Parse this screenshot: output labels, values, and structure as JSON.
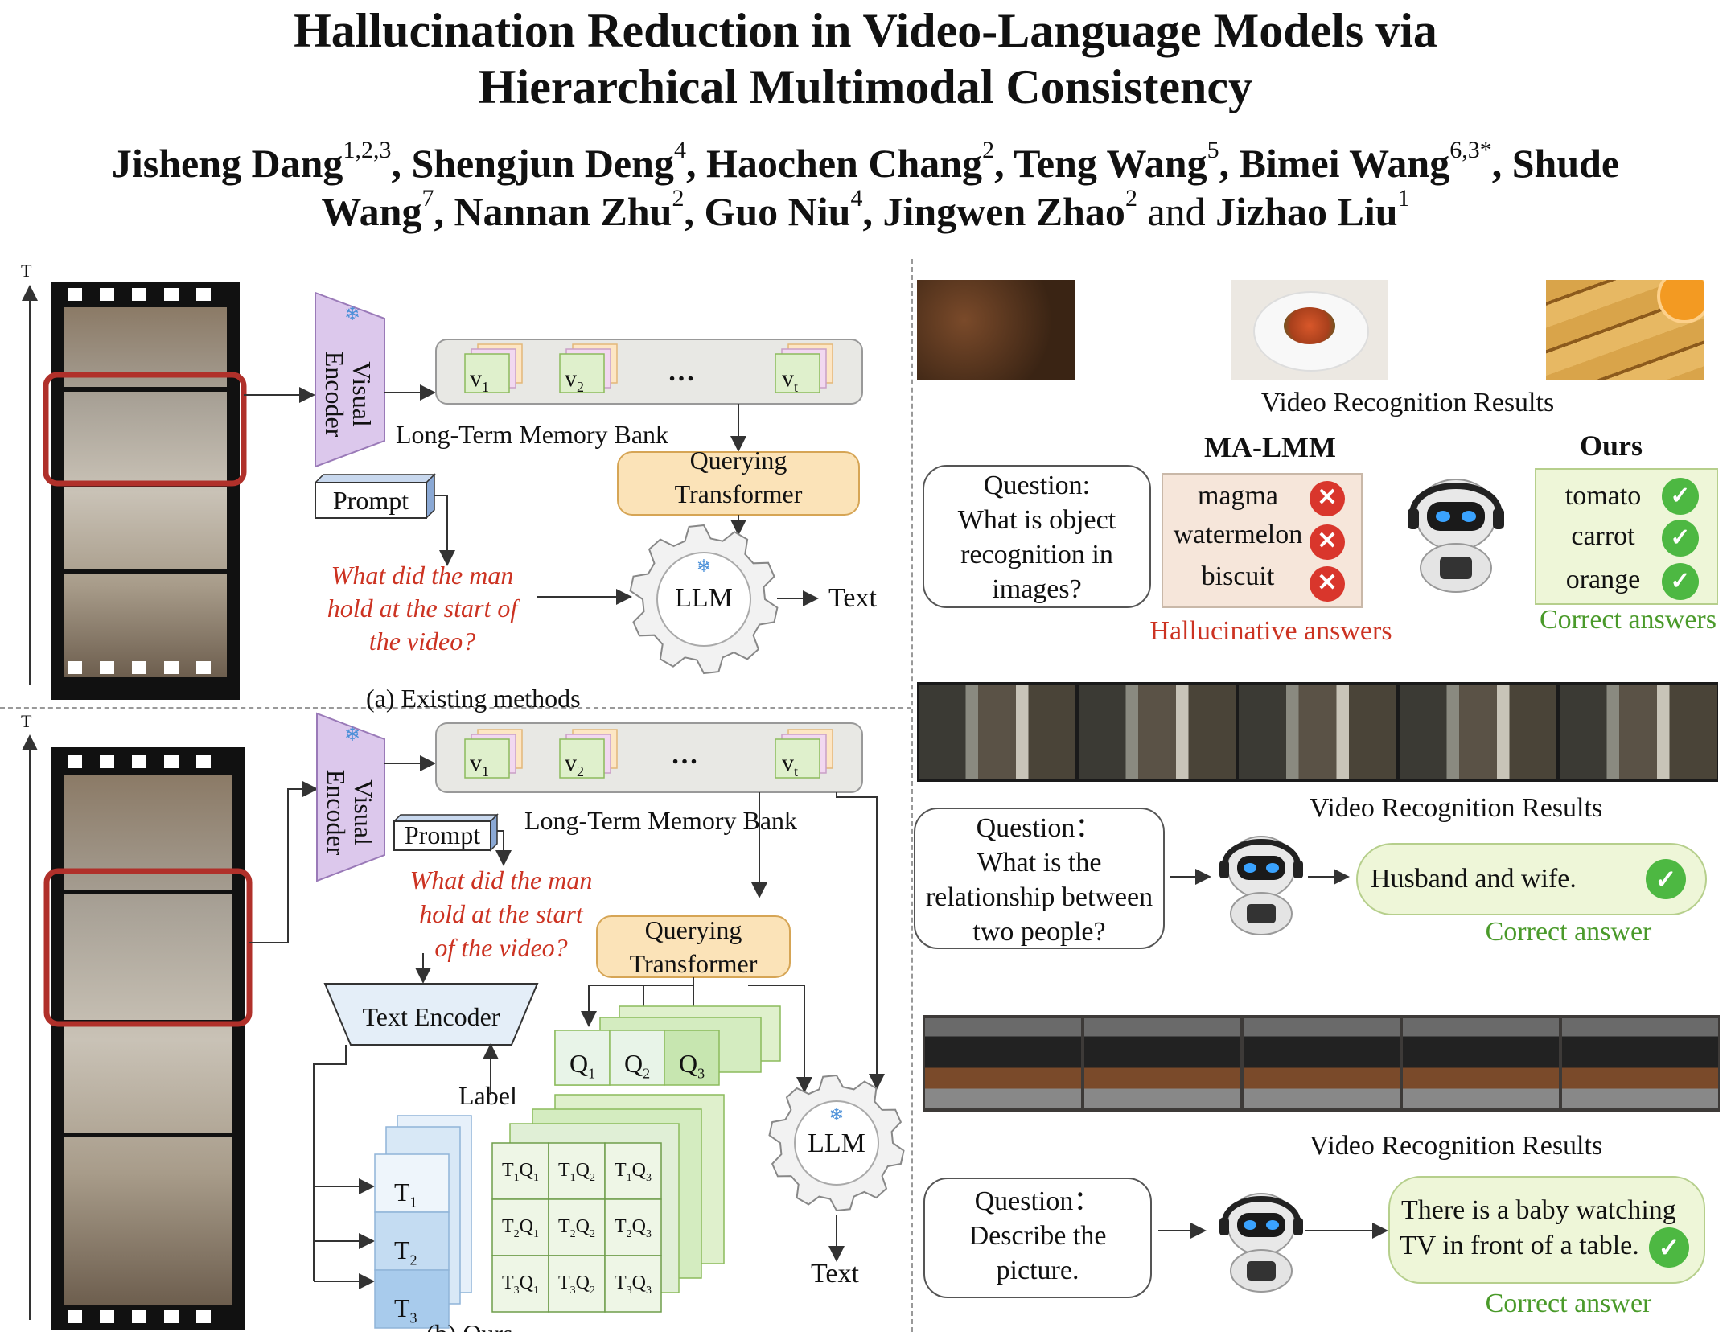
{
  "title": {
    "line1": "Hallucination Reduction in Video-Language Models via",
    "line2": "Hierarchical Multimodal Consistency"
  },
  "authors": [
    {
      "name": "Jisheng Dang",
      "sup": "1,2,3"
    },
    {
      "name": "Shengjun Deng",
      "sup": "4"
    },
    {
      "name": "Haochen Chang",
      "sup": "2"
    },
    {
      "name": "Teng Wang",
      "sup": "5"
    },
    {
      "name": "Bimei Wang",
      "sup": "6,3*"
    },
    {
      "name": "Shude Wang",
      "sup": "7"
    },
    {
      "name": "Nannan Zhu",
      "sup": "2"
    },
    {
      "name": "Guo Niu",
      "sup": "4"
    },
    {
      "name": "Jingwen Zhao",
      "sup": "2"
    },
    {
      "name": "Jizhao Liu",
      "sup": "1"
    }
  ],
  "authors_text": {
    "a1": "Jisheng Dang",
    "a1s": "1,2,3",
    "a2": "Shengjun Deng",
    "a2s": "4",
    "a3": "Haochen Chang",
    "a3s": "2",
    "a4": "Teng Wang",
    "a4s": "5",
    "a5": "Bimei Wang",
    "a5s": "6,3*",
    "a6a": "Shude",
    "a6b": "Wang",
    "a6s": "7",
    "a7": "Nannan Zhu",
    "a7s": "2",
    "a8": "Guo Niu",
    "a8s": "4",
    "a9": "Jingwen Zhao",
    "a9s": "2",
    "and": "and",
    "a10": "Jizhao Liu",
    "a10s": "1"
  },
  "figure_a": {
    "time_axis": "T",
    "visual_encoder": "Visual Encoder",
    "memory_tokens": [
      "v1",
      "v2",
      "…",
      "vt"
    ],
    "memory_bank": "Long-Term Memory Bank",
    "querying_transformer_1": "Querying",
    "querying_transformer_2": "Transformer",
    "prompt": "Prompt",
    "question_lines": [
      "What did the man",
      "hold at the start of",
      "the video?"
    ],
    "llm": "LLM",
    "output": "Text",
    "caption": "(a) Existing methods"
  },
  "figure_b": {
    "time_axis": "T",
    "visual_encoder": "Visual Encoder",
    "memory_tokens": [
      "v1",
      "v2",
      "…",
      "vt"
    ],
    "memory_bank": "Long-Term Memory Bank",
    "prompt": "Prompt",
    "question_lines": [
      "What did the man",
      "hold at the start",
      "of the video?"
    ],
    "querying_transformer_1": "Querying",
    "querying_transformer_2": "Transformer",
    "text_encoder": "Text Encoder",
    "label": "Label",
    "queries": [
      "Q1",
      "Q2",
      "Q3"
    ],
    "text_tokens": [
      "T1",
      "T2",
      "T3"
    ],
    "matrix": [
      [
        "T1Q1",
        "T1Q2",
        "T1Q3"
      ],
      [
        "T2Q1",
        "T2Q2",
        "T2Q3"
      ],
      [
        "T3Q1",
        "T3Q2",
        "T3Q3"
      ]
    ],
    "llm": "LLM",
    "output": "Text",
    "caption": "(b) Ours"
  },
  "panel1": {
    "heading": "Video Recognition Results",
    "question": [
      "Question:",
      "What is object",
      "recognition in",
      "images?"
    ],
    "baseline_name": "MA-LMM",
    "baseline_answers": [
      "magma",
      "watermelon",
      "biscuit"
    ],
    "baseline_caption": "Hallucinative answers",
    "ours_name": "Ours",
    "ours_answers": [
      "tomato",
      "carrot",
      "orange"
    ],
    "ours_caption": "Correct answers"
  },
  "panel2": {
    "heading": "Video Recognition Results",
    "question": [
      "Question：",
      "What is the",
      "relationship between",
      "two people?"
    ],
    "answer": "Husband and wife.",
    "caption": "Correct answer"
  },
  "panel3": {
    "heading": "Video Recognition Results",
    "question": [
      "Question：",
      "Describe the",
      "picture."
    ],
    "answer": [
      "There is a baby watching",
      "TV in front of a table."
    ],
    "caption": "Correct answer"
  },
  "colors": {
    "red_accent": "#cc3322",
    "green_accent": "#4a9a2a",
    "encoder_purple": "#dcc8ec",
    "memory_bank_grey": "#e8e8e4",
    "querying_orange": "#fbe3b8",
    "answer_green": "#eef6d8"
  }
}
